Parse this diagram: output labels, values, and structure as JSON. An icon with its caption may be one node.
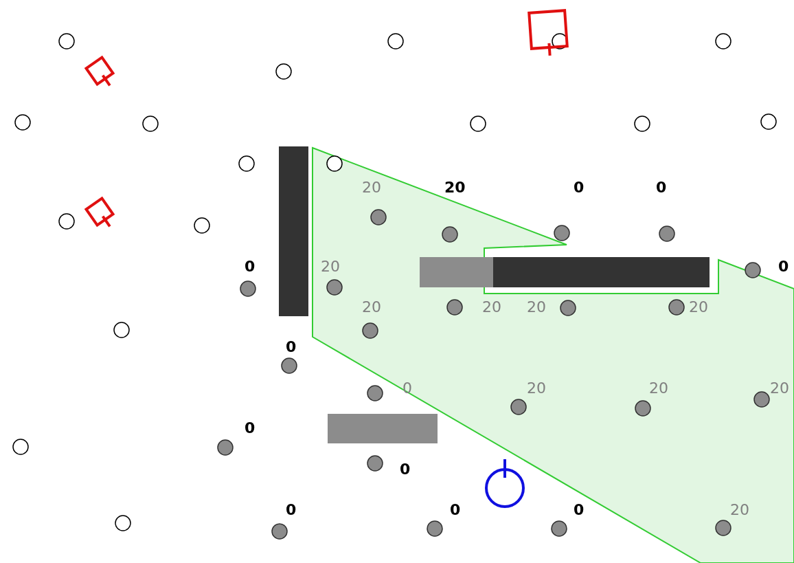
{
  "diagram": {
    "labels": [
      "20",
      "20",
      "0",
      "0",
      "0",
      "20",
      "0",
      "20",
      "20",
      "20",
      "20",
      "0",
      "0",
      "20",
      "20",
      "20",
      "0",
      "0",
      "0",
      "0",
      "0",
      "20"
    ]
  }
}
